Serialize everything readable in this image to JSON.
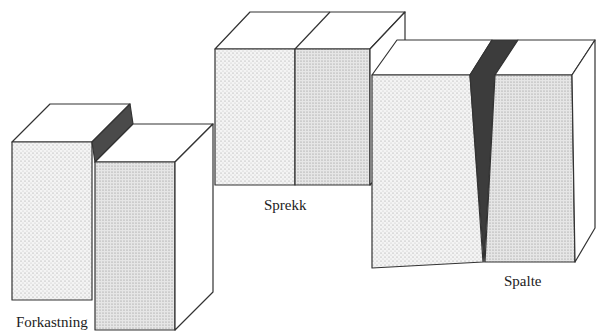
{
  "diagram": {
    "labels": [
      "Forkastning",
      "Sprekk",
      "Spalte"
    ]
  }
}
